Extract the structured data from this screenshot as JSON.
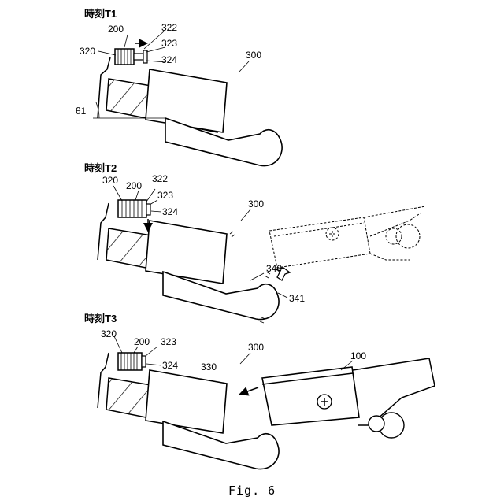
{
  "panels": [
    {
      "title": "時刻T1",
      "labels": {
        "spring": "200",
        "holder": "320",
        "arm": "322",
        "end": "323",
        "pin": "324",
        "unit": "300",
        "angle": "θ1"
      }
    },
    {
      "title": "時刻T2",
      "labels": {
        "spring": "200",
        "holder": "320",
        "arm": "322",
        "end": "323",
        "pin": "324",
        "unit": "300",
        "lever": "340",
        "tip": "341"
      }
    },
    {
      "title": "時刻T3",
      "labels": {
        "spring": "200",
        "holder": "320",
        "end": "323",
        "pin": "324",
        "unit": "300",
        "block": "330",
        "device": "100"
      }
    }
  ],
  "caption": "Fig. 6"
}
